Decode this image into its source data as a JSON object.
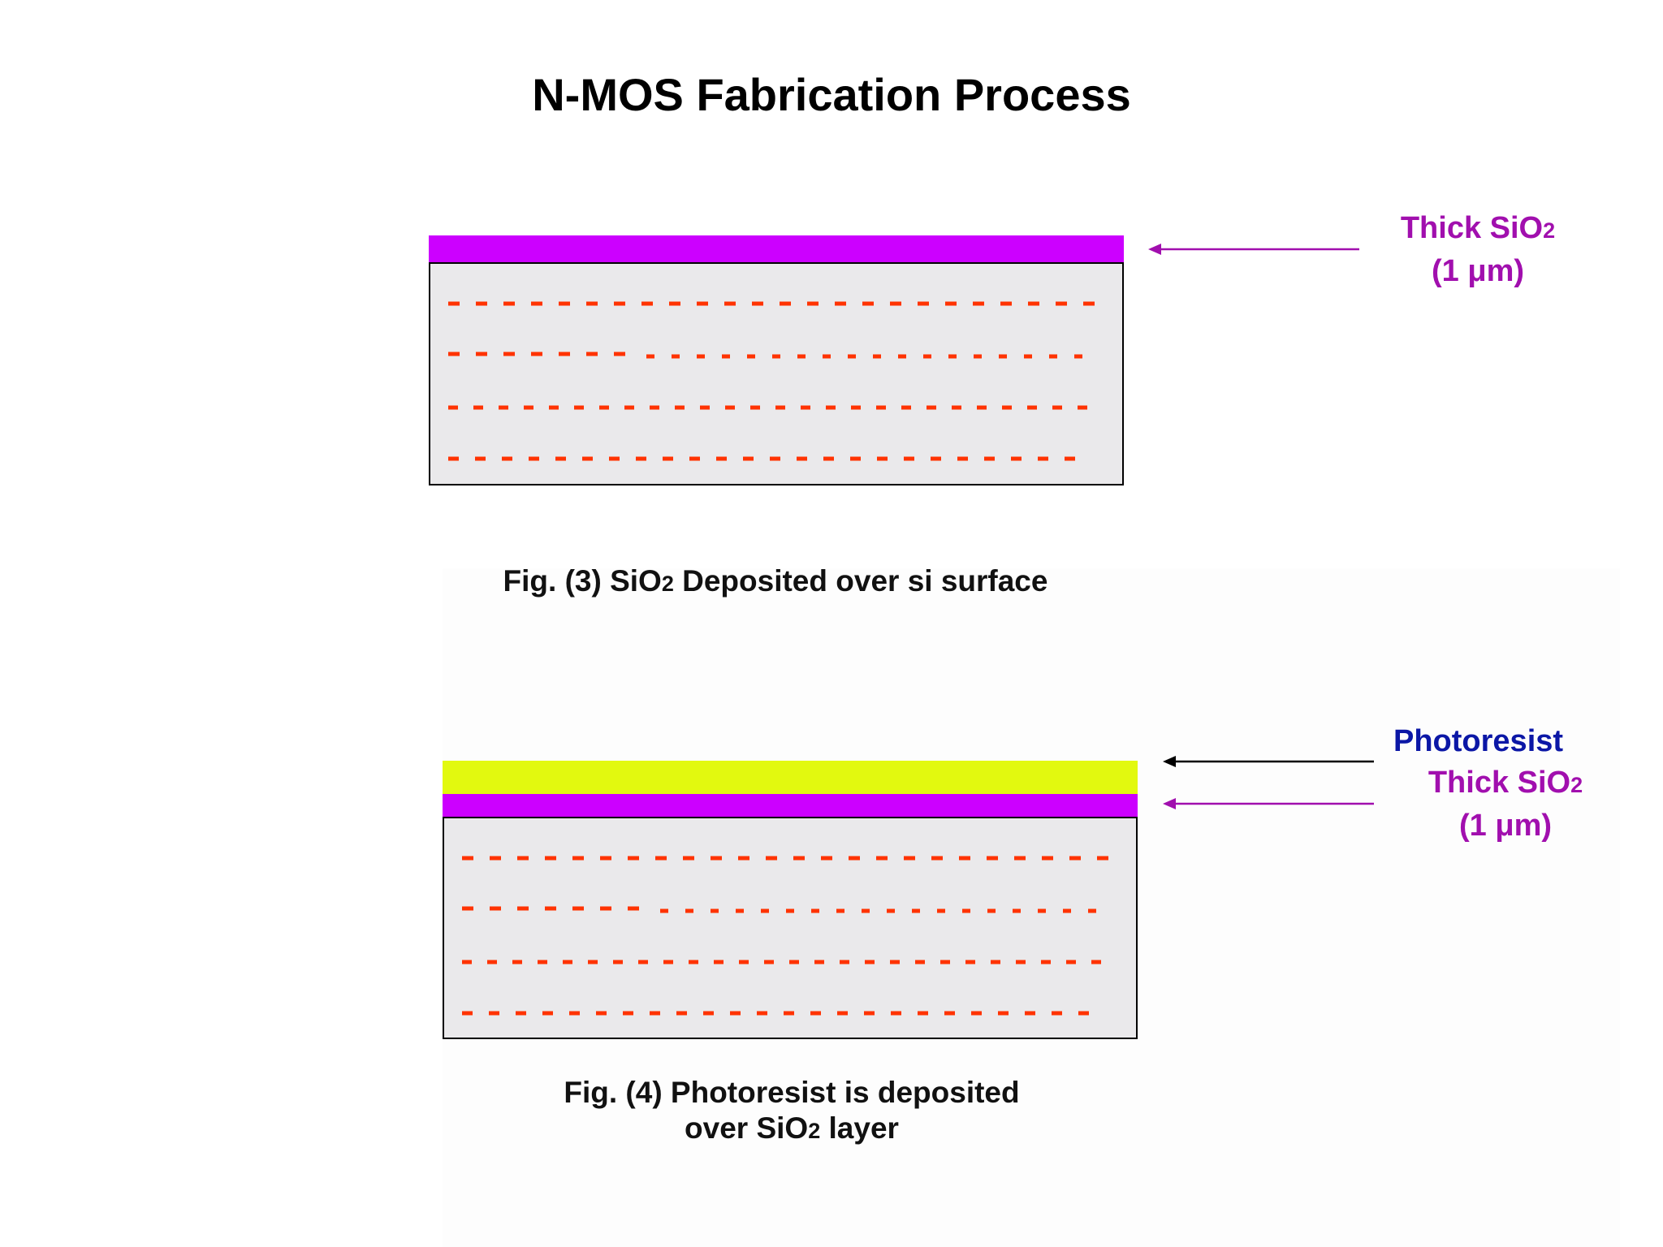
{
  "title": "N-MOS Fabrication Process",
  "colors": {
    "sio2": "#cc00ff",
    "photoresist": "#e2f90f",
    "substrate": "#eae9eb",
    "dopant_dash": "#ff3300",
    "label_magenta": "#a10fae",
    "label_blue": "#0b17a6"
  },
  "fig3": {
    "label_sio2_main": "Thick SiO",
    "label_sio2_sub": "2",
    "label_thickness": "(1 μm)",
    "caption_prefix": "Fig. (3) SiO",
    "caption_sub": "2",
    "caption_suffix": " Deposited over si surface"
  },
  "fig4": {
    "label_photoresist": "Photoresist",
    "label_sio2_main": "Thick SiO",
    "label_sio2_sub": "2",
    "label_thickness": "(1 μm)",
    "caption_line1": "Fig. (4) Photoresist is deposited",
    "caption_line2_prefix": "over SiO",
    "caption_line2_sub": "2",
    "caption_line2_suffix": " layer"
  }
}
